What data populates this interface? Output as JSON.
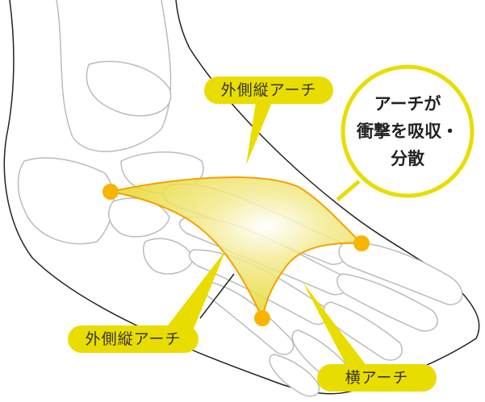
{
  "labels": {
    "top": "外側縦アーチ",
    "bottom_left": "外側縦アーチ",
    "bottom_right": "横アーチ"
  },
  "bubble": {
    "line1": "アーチが",
    "line2": "衝撃を吸収・",
    "line3": "分散"
  },
  "colors": {
    "accent": "#e9dd00",
    "arch_fill": "#efe25a",
    "arch_stroke": "#f5a000",
    "point": "#f7b500",
    "bone_line": "#bbbbbb",
    "outline": "#222222"
  }
}
